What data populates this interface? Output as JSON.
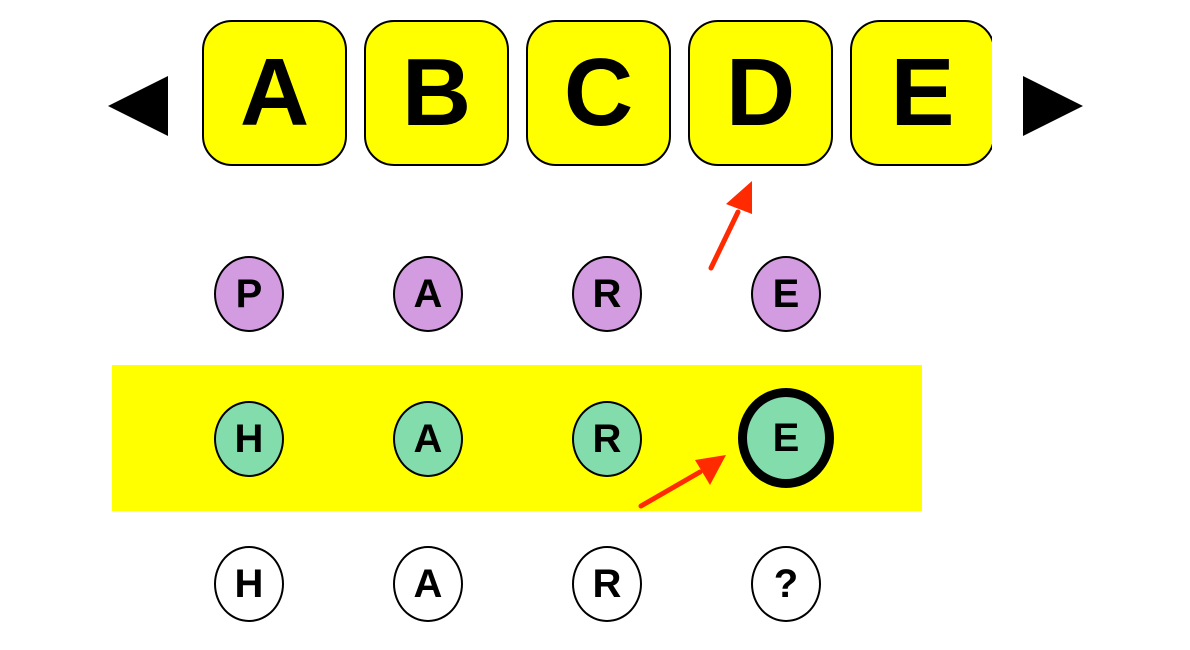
{
  "letter_tiles": [
    "A",
    "B",
    "C",
    "D",
    "E"
  ],
  "rows": {
    "row1": [
      "P",
      "A",
      "R",
      "E"
    ],
    "row2": [
      "H",
      "A",
      "R",
      "E"
    ],
    "row3": [
      "H",
      "A",
      "R",
      "?"
    ]
  },
  "colors": {
    "tile_fill": "#ffff00",
    "row1_fill": "#d39be0",
    "row2_fill": "#82dcab",
    "row3_fill": "#ffffff",
    "highlight_band": "#ffff00",
    "pointer_arrow": "#ff2a00"
  },
  "icons": {
    "left_nav": "triangle-left-icon",
    "right_nav": "triangle-right-icon",
    "pointer": "red-arrow-icon"
  }
}
